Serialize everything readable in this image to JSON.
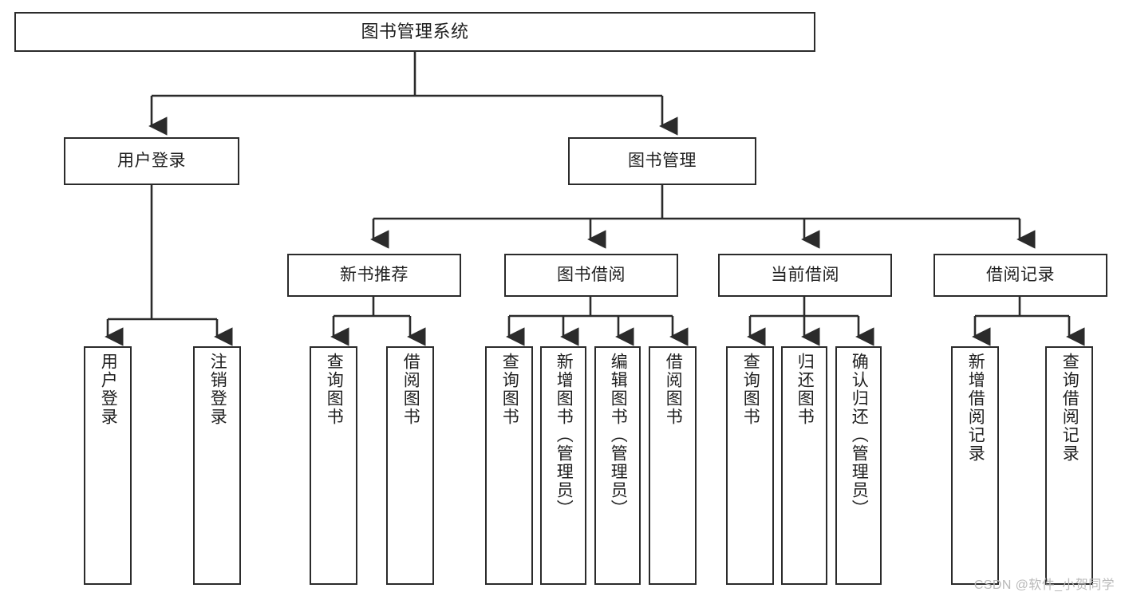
{
  "diagram": {
    "title": "图书管理系统",
    "type": "tree-diagram",
    "root": {
      "label": "图书管理系统"
    },
    "level1": [
      {
        "label": "用户登录"
      },
      {
        "label": "图书管理"
      }
    ],
    "level2": [
      {
        "label": "新书推荐"
      },
      {
        "label": "图书借阅"
      },
      {
        "label": "当前借阅"
      },
      {
        "label": "借阅记录"
      }
    ],
    "leaves": {
      "user_login": [
        {
          "label": "用户登录"
        },
        {
          "label": "注销登录"
        }
      ],
      "new_book_recommend": [
        {
          "label": "查询图书"
        },
        {
          "label": "借阅图书"
        }
      ],
      "book_borrow": [
        {
          "label": "查询图书"
        },
        {
          "label": "新增图书（管理员）"
        },
        {
          "label": "编辑图书（管理员）"
        },
        {
          "label": "借阅图书"
        }
      ],
      "current_borrow": [
        {
          "label": "查询图书"
        },
        {
          "label": "归还图书"
        },
        {
          "label": "确认归还（管理员）"
        }
      ],
      "borrow_record": [
        {
          "label": "新增借阅记录"
        },
        {
          "label": "查询借阅记录"
        }
      ]
    }
  },
  "watermark": {
    "text": "CSDN @软件_小贺同学"
  },
  "colors": {
    "stroke": "#2b2b2b",
    "background": "#ffffff",
    "text": "#1f1f1f",
    "watermark": "#b9b9b9"
  }
}
